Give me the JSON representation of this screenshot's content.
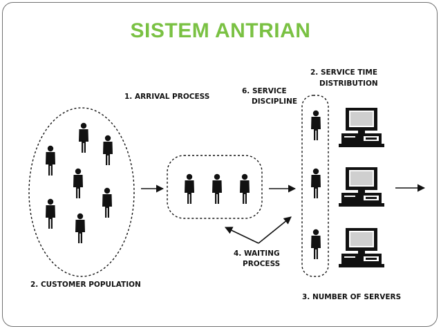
{
  "slide": {
    "title": "SISTEM ANTRIAN",
    "title_color": "#7ac143"
  },
  "diagram": {
    "labels": {
      "arrival": "1. ARRIVAL PROCESS",
      "service_time_line1": "2. SERVICE TIME",
      "service_time_line2": "DISTRIBUTION",
      "customer_population": "2. CUSTOMER POPULATION",
      "number_of_servers": "3. NUMBER OF SERVERS",
      "waiting_line1": "4. WAITING",
      "waiting_line2": "PROCESS",
      "discipline_line1": "6. SERVICE",
      "discipline_line2": "DISCIPLINE"
    },
    "icons": {
      "person": "person-icon",
      "server": "computer-server-icon"
    }
  }
}
